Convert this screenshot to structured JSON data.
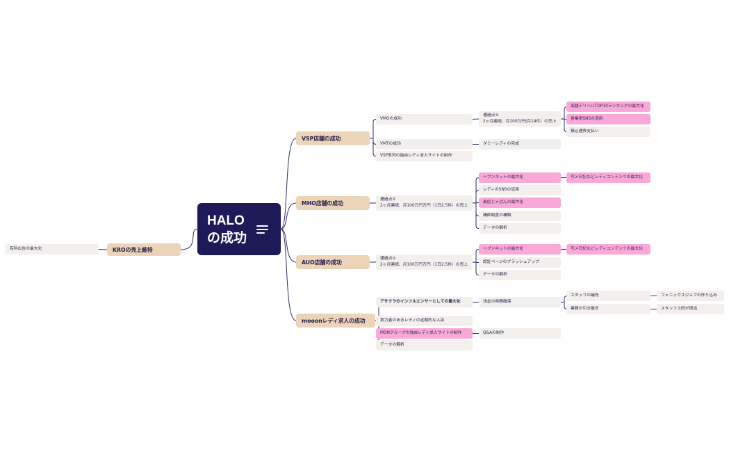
{
  "mindmap": {
    "root": {
      "id": "root",
      "text": "HALO\nの成功"
    },
    "nodes": [
      {
        "id": "vsp",
        "text": "VSP店舗の成功",
        "level": 1
      },
      {
        "id": "mho",
        "text": "MHO店舗の成功",
        "level": 1
      },
      {
        "id": "auo",
        "text": "AUO店舗の成功",
        "level": 1
      },
      {
        "id": "mooon",
        "text": "mooonレディ求人の成功",
        "level": 1
      },
      {
        "id": "kro",
        "text": "KROの売上維持",
        "level": 1
      },
      {
        "id": "vmo",
        "text": "VMOの成功",
        "level": 2
      },
      {
        "id": "vmt",
        "text": "VMTの成功",
        "level": 2
      },
      {
        "id": "vspsite",
        "text": "VSP系列の独自レディ求人サイトの制作",
        "level": 2
      },
      {
        "id": "vmo_pass",
        "text": "通過点①\n2ヶ月連続、月100万円(月14件）の売上",
        "level": 2
      },
      {
        "id": "vmt_dummy",
        "text": "ダミーレディの完成",
        "level": 2
      },
      {
        "id": "vmo_a",
        "text": "高額デリヘルTOP10ランキングの最大化",
        "level": 2,
        "highlight": true
      },
      {
        "id": "vmo_b",
        "text": "営業用SNSの活用",
        "level": 2,
        "highlight": true
      },
      {
        "id": "vmo_c",
        "text": "振込通貨支払い",
        "level": 2
      },
      {
        "id": "mho_pass",
        "text": "通過点①\n2ヶ月連続、月100万円万円（1日2.5件）の売上",
        "level": 2
      },
      {
        "id": "mho_a",
        "text": "ヘブンネットの最大化",
        "level": 2,
        "highlight": true
      },
      {
        "id": "mho_b",
        "text": "レディのSNSの活用",
        "level": 2
      },
      {
        "id": "mho_c",
        "text": "風俗じゃぱんの最大化",
        "level": 2,
        "highlight": true
      },
      {
        "id": "mho_d",
        "text": "講師制度の構築",
        "level": 2
      },
      {
        "id": "mho_e",
        "text": "データの解析",
        "level": 2
      },
      {
        "id": "mho_a1",
        "text": "写メ日記などレディコンテンツの最大化",
        "level": 2,
        "highlight": true
      },
      {
        "id": "auo_pass",
        "text": "通過点①\n2ヶ月連続、月100万円万円（1日2.5件）の売上",
        "level": 2
      },
      {
        "id": "auo_a",
        "text": "ヘブンネットの最大化",
        "level": 2,
        "highlight": true
      },
      {
        "id": "auo_b",
        "text": "認証ページのブラッシュアップ",
        "level": 2
      },
      {
        "id": "auo_c",
        "text": "データの解析",
        "level": 2
      },
      {
        "id": "auo_a1",
        "text": "写メ日記などレディコンテンツの最大化",
        "level": 2,
        "highlight": true
      },
      {
        "id": "m_a",
        "text": "アサクラのインフルエンサーとしての最大化",
        "level": 2,
        "bold": true
      },
      {
        "id": "m_b",
        "text": "実力者のあるレディの定期的な入店",
        "level": 2
      },
      {
        "id": "m_c",
        "text": "MONグループの独自レディ求人サイトの制作",
        "level": 2,
        "highlight": true
      },
      {
        "id": "m_d",
        "text": "データの解析",
        "level": 2
      },
      {
        "id": "m_a1",
        "text": "浅倉の時間確保",
        "level": 2
      },
      {
        "id": "m_c1",
        "text": "Q&Aの制作",
        "level": 2
      },
      {
        "id": "m_a1a",
        "text": "スタッフの補充",
        "level": 2
      },
      {
        "id": "m_a1b",
        "text": "業務の引き継ぎ",
        "level": 2
      },
      {
        "id": "m_a1a1",
        "text": "フェニックスジョブの作り込み",
        "level": 2
      },
      {
        "id": "m_a1b1",
        "text": "スタッフ上田が担当",
        "level": 2
      },
      {
        "id": "kro_a",
        "text": "有料広告の最大化",
        "level": 2
      }
    ],
    "edges": [
      [
        "root",
        "vsp"
      ],
      [
        "root",
        "mho"
      ],
      [
        "root",
        "auo"
      ],
      [
        "root",
        "mooon"
      ],
      [
        "root",
        "kro"
      ],
      [
        "vsp",
        "vmo"
      ],
      [
        "vsp",
        "vmt"
      ],
      [
        "vsp",
        "vspsite"
      ],
      [
        "vmo",
        "vmo_pass"
      ],
      [
        "vmt",
        "vmt_dummy"
      ],
      [
        "vmo_pass",
        "vmo_a"
      ],
      [
        "vmo_pass",
        "vmo_b"
      ],
      [
        "vmo_pass",
        "vmo_c"
      ],
      [
        "mho",
        "mho_pass"
      ],
      [
        "mho_pass",
        "mho_a"
      ],
      [
        "mho_pass",
        "mho_b"
      ],
      [
        "mho_pass",
        "mho_c"
      ],
      [
        "mho_pass",
        "mho_d"
      ],
      [
        "mho_pass",
        "mho_e"
      ],
      [
        "mho_a",
        "mho_a1"
      ],
      [
        "auo",
        "auo_pass"
      ],
      [
        "auo_pass",
        "auo_a"
      ],
      [
        "auo_pass",
        "auo_b"
      ],
      [
        "auo_pass",
        "auo_c"
      ],
      [
        "auo_a",
        "auo_a1"
      ],
      [
        "mooon",
        "m_a"
      ],
      [
        "mooon",
        "m_b"
      ],
      [
        "mooon",
        "m_c"
      ],
      [
        "mooon",
        "m_d"
      ],
      [
        "m_a",
        "m_a1"
      ],
      [
        "m_c",
        "m_c1"
      ],
      [
        "m_a1",
        "m_a1a"
      ],
      [
        "m_a1",
        "m_a1b"
      ],
      [
        "m_a1a",
        "m_a1a1"
      ],
      [
        "m_a1b",
        "m_a1b1"
      ],
      [
        "kro",
        "kro_a"
      ]
    ]
  },
  "colors": {
    "root_bg": "#1e1a58",
    "level1_bg": "#ecd4b8",
    "level2_bg": "#f2efec",
    "highlight_bg": "#f9a8d8",
    "connector": "#2f2a6b"
  },
  "icons": {
    "root": "menu-lines-icon"
  }
}
